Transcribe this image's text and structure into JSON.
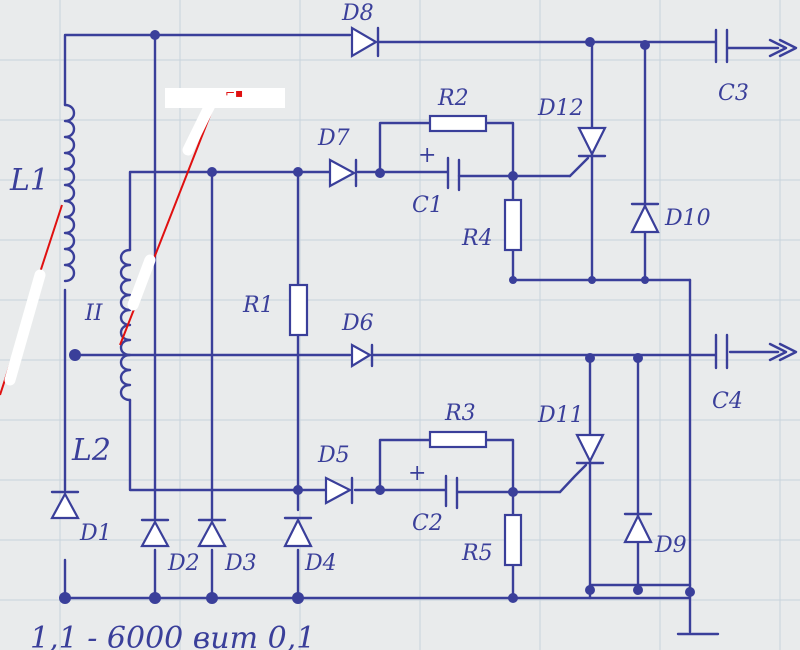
{
  "schematic": {
    "inductors": {
      "l1": "L1",
      "l2": "L2",
      "winding_mark": "II"
    },
    "diodes": {
      "d1": "D1",
      "d2": "D2",
      "d3": "D3",
      "d4": "D4",
      "d5": "D5",
      "d6": "D6",
      "d7": "D7",
      "d8": "D8",
      "d9": "D9",
      "d10": "D10",
      "d11": "D11",
      "d12": "D12"
    },
    "resistors": {
      "r1": "R1",
      "r2": "R2",
      "r3": "R3",
      "r4": "R4",
      "r5": "R5"
    },
    "capacitors": {
      "c1": "C1",
      "c2": "C2",
      "c3": "C3",
      "c4": "C4"
    },
    "polarity_mark": "+",
    "note": "1,1 - 6000 вит 0,1"
  },
  "colors": {
    "ink": "#3a3f9a",
    "paper": "#e9ebec",
    "grid": "#c8d3dc",
    "annotation_red": "#e01010"
  }
}
